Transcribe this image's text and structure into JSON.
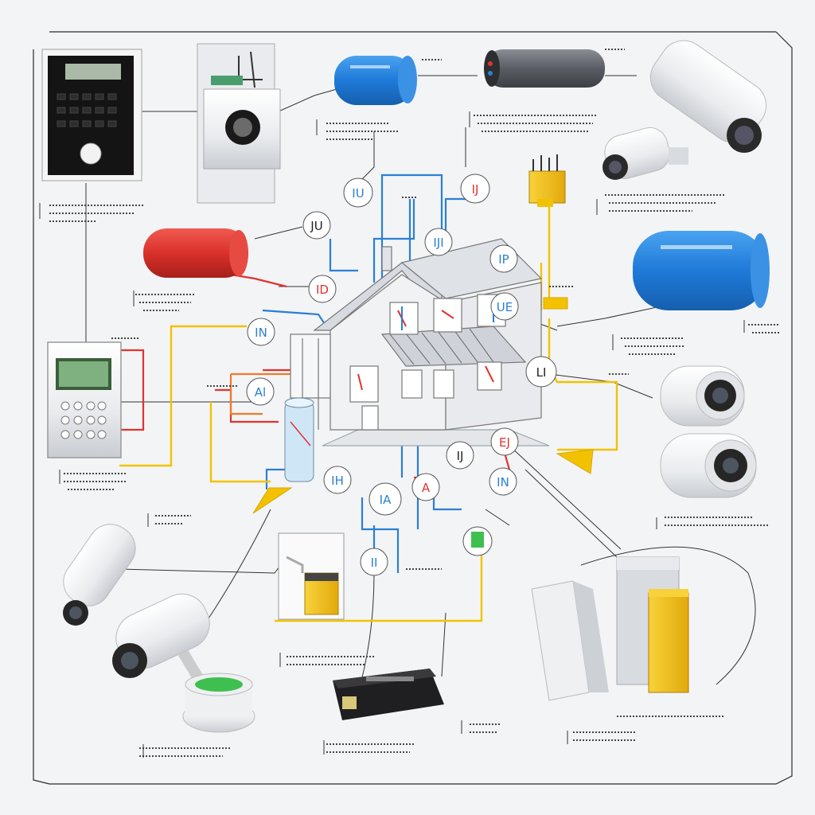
{
  "diagram": {
    "background_color": "#f3f4f6",
    "frame_color": "#2a2a2a",
    "wire_colors": {
      "red": "#e0342f",
      "blue": "#2b7fd4",
      "yellow": "#f2c200",
      "black": "#222222"
    },
    "circle_nodes": [
      {
        "id": "node-1",
        "label": "IU"
      },
      {
        "id": "node-2",
        "label": "JU"
      },
      {
        "id": "node-3",
        "label": "IJ"
      },
      {
        "id": "node-4",
        "label": "IJI"
      },
      {
        "id": "node-5",
        "label": "ID"
      },
      {
        "id": "node-6",
        "label": "IN"
      },
      {
        "id": "node-7",
        "label": "UE"
      },
      {
        "id": "node-8",
        "label": "LI"
      },
      {
        "id": "node-9",
        "label": "Al"
      },
      {
        "id": "node-10",
        "label": "IJ"
      },
      {
        "id": "node-11",
        "label": "EJ"
      },
      {
        "id": "node-12",
        "label": "IH"
      },
      {
        "id": "node-13",
        "label": "IA"
      },
      {
        "id": "node-14",
        "label": "A"
      },
      {
        "id": "node-15",
        "label": "IN"
      },
      {
        "id": "node-16",
        "label": "II"
      },
      {
        "id": "node-17",
        "label": "IP"
      }
    ],
    "devices": [
      {
        "id": "keypad-panel",
        "icon": "alarm-keypad-icon"
      },
      {
        "id": "lock-box",
        "icon": "lock-box-icon"
      },
      {
        "id": "blue-siren-top",
        "icon": "blue-siren-icon"
      },
      {
        "id": "grey-tube",
        "icon": "tube-sensor-icon"
      },
      {
        "id": "camera-top-right",
        "icon": "cctv-camera-icon"
      },
      {
        "id": "red-siren",
        "icon": "red-siren-icon"
      },
      {
        "id": "blue-siren-right",
        "icon": "blue-siren-icon"
      },
      {
        "id": "control-panel",
        "icon": "control-panel-icon"
      },
      {
        "id": "dome-cameras-right",
        "icon": "dome-camera-icon"
      },
      {
        "id": "camera-left",
        "icon": "cctv-camera-icon"
      },
      {
        "id": "camera-bottom-left",
        "icon": "cctv-camera-icon"
      },
      {
        "id": "battery-pack",
        "icon": "battery-icon"
      },
      {
        "id": "power-supply",
        "icon": "power-supply-icon"
      },
      {
        "id": "yellow-battery",
        "icon": "battery-icon"
      },
      {
        "id": "house-center",
        "icon": "house-icon"
      }
    ]
  }
}
